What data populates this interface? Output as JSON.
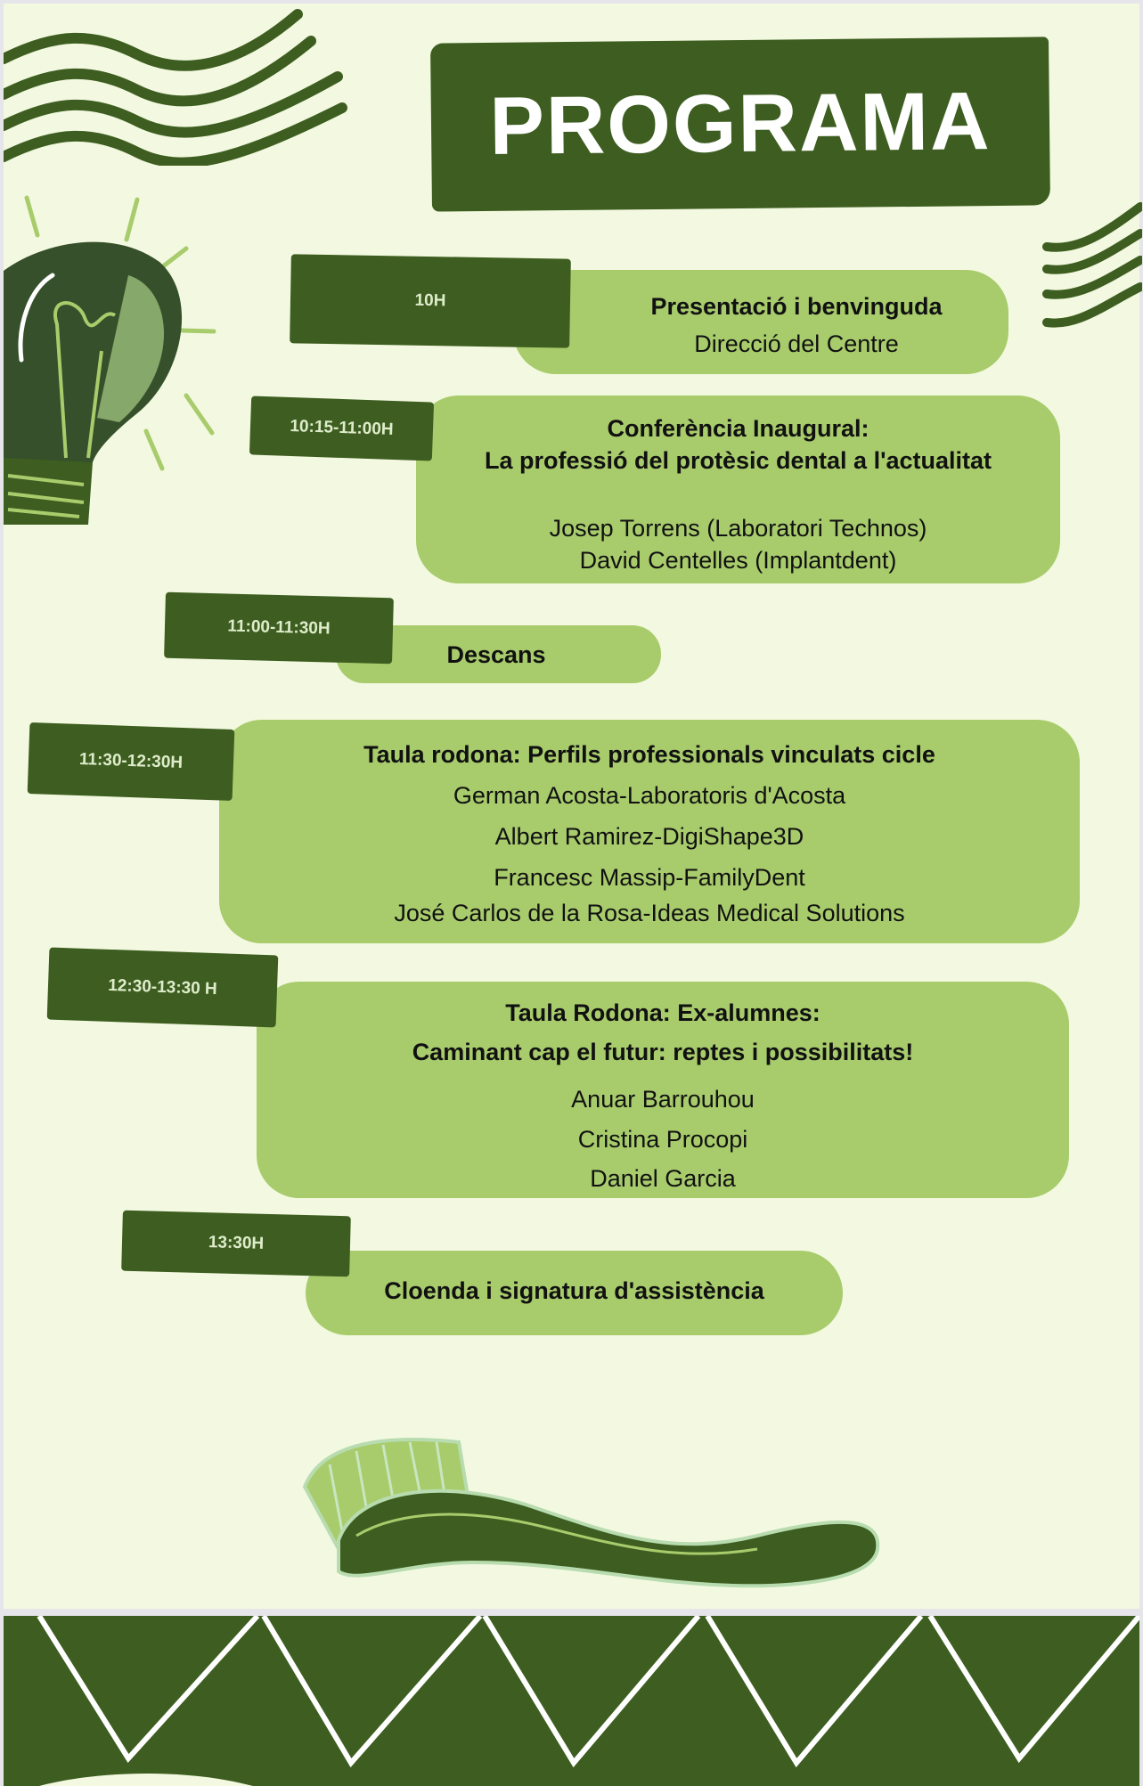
{
  "title": "PROGRAMA",
  "sessions": [
    {
      "time": "10H",
      "lines": [
        "Presentació i benvinguda",
        "Direcció del Centre"
      ]
    },
    {
      "time": "10:15-11:00H",
      "lines": [
        "Conferència Inaugural:",
        "La professió del protèsic dental a l'actualitat",
        "Josep Torrens (Laboratori Technos)",
        "David Centelles (Implantdent)"
      ]
    },
    {
      "time": "11:00-11:30H",
      "lines": [
        "Descans"
      ]
    },
    {
      "time": "11:30-12:30H",
      "lines": [
        "Taula rodona: Perfils professionals vinculats cicle",
        "German Acosta-Laboratoris d'Acosta",
        "Albert Ramirez-DigiShape3D",
        "Francesc Massip-FamilyDent",
        "José Carlos de la Rosa-Ideas Medical Solutions"
      ]
    },
    {
      "time": "12:30-13:30 H",
      "lines": [
        "Taula Rodona: Ex-alumnes:",
        "Caminant cap el futur: reptes i possibilitats!",
        "Anuar Barrouhou",
        "Cristina Procopi",
        "Daniel Garcia"
      ]
    },
    {
      "time": "13:30H",
      "lines": [
        "Cloenda i signatura d'assistència"
      ]
    }
  ],
  "colors": {
    "dark_green": "#3d5e20",
    "light_green": "#a8cc6c",
    "background": "#f3f9e0"
  }
}
